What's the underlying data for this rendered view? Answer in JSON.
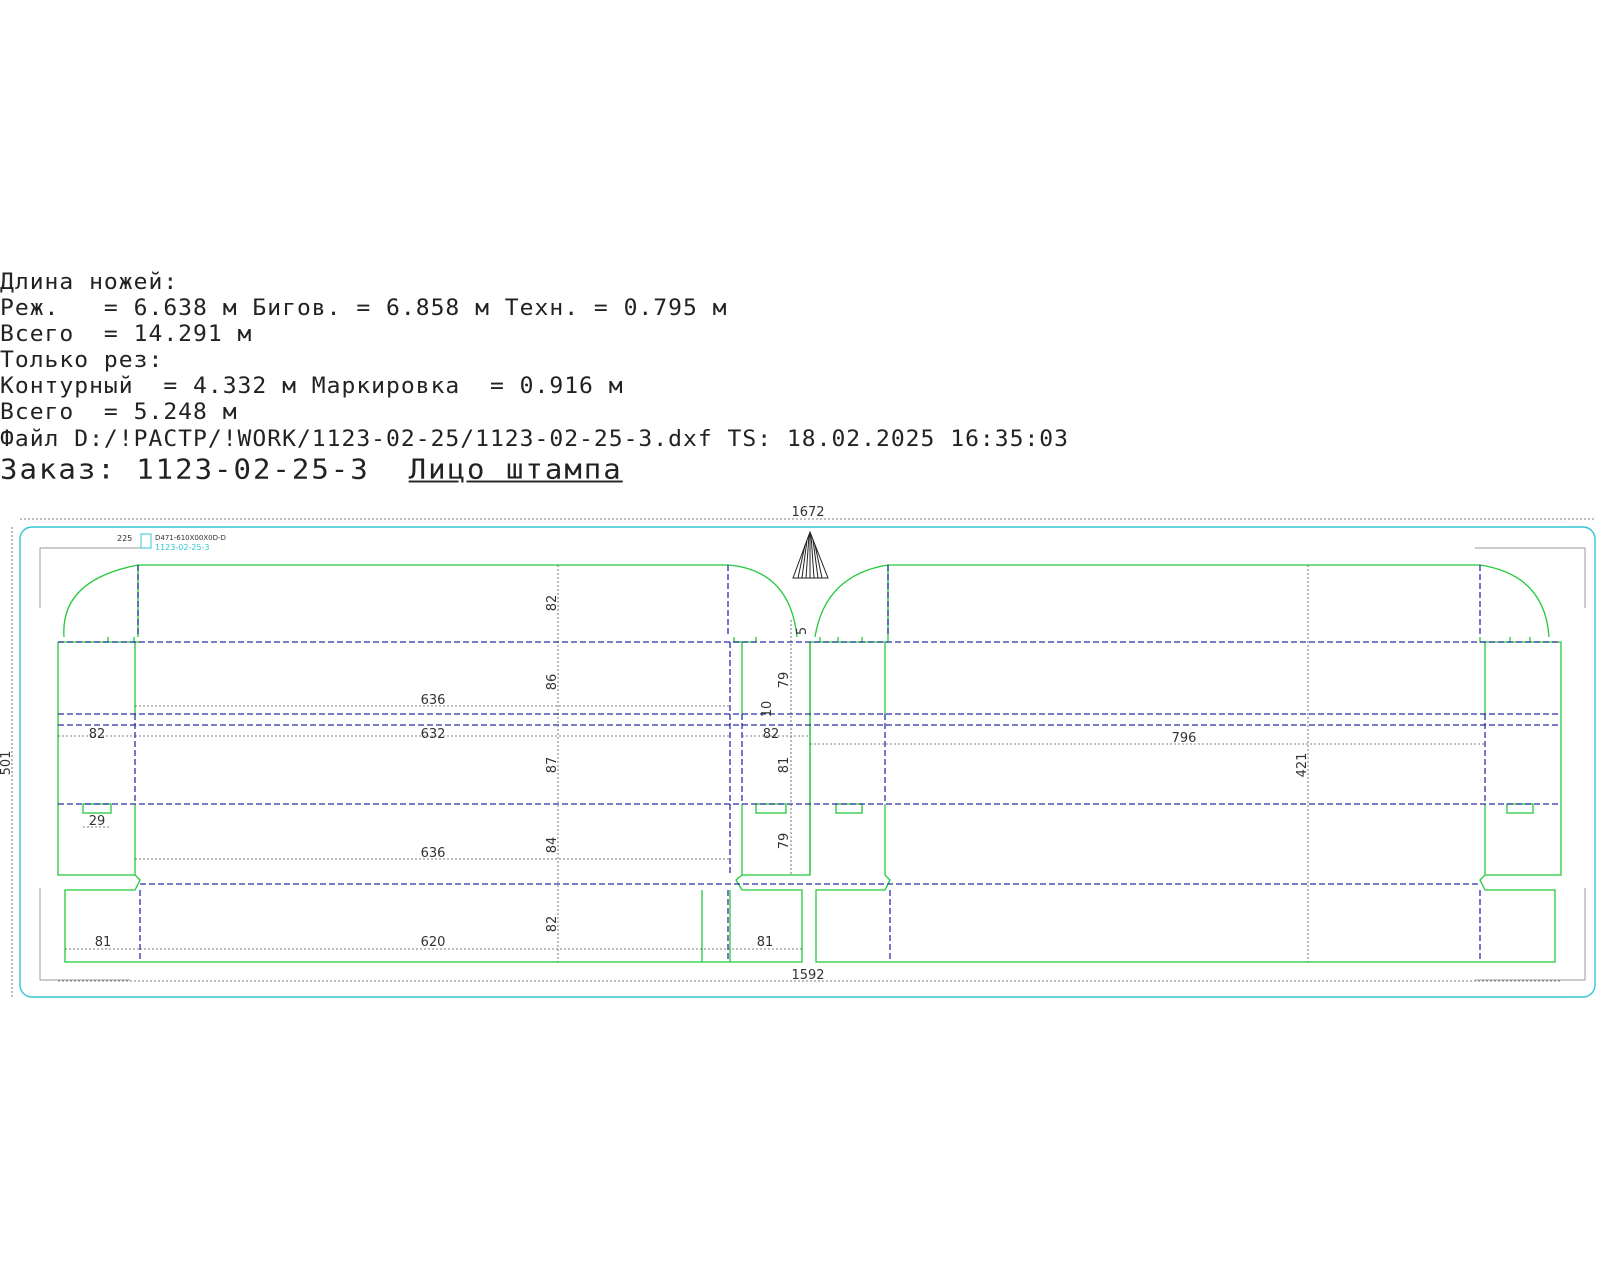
{
  "header": {
    "line1": "Длина ножей:",
    "line2": "Реж.   = 6.638 м Бигов. = 6.858 м Техн. = 0.795 м",
    "line3": "Всего  = 14.291 м",
    "line4": "Только рез:",
    "line5": "Контурный  = 4.332 м Маркировка  = 0.916 м",
    "line6": "Всего  = 5.248 м",
    "line7": "Файл D:/!РАСТР/!WORK/1123-02-25/1123-02-25-3.dxf TS: 18.02.2025 16:35:03",
    "order_label": "Заказ: 1123-02-25-3",
    "face_label": "Лицо штампа"
  },
  "drawing": {
    "colors": {
      "cut": "#22c93a",
      "crease": "#2b2fa8",
      "frame": "#33c6d6",
      "dimension": "#333333"
    },
    "stamp": {
      "code": "225",
      "line1": "D471-610X00X0D-D",
      "line2": "1123-02-25-3"
    },
    "dimensions": {
      "overall_width": "1672",
      "overall_height": "501",
      "bottom_width": "1592",
      "width_636_top": "636",
      "width_632": "632",
      "width_636_bottom": "636",
      "width_620": "620",
      "width_796": "796",
      "width_82_left": "82",
      "width_82_mid": "82",
      "width_81_left": "81",
      "width_81_right": "81",
      "width_29": "29",
      "height_82_top": "82",
      "height_86": "86",
      "height_87": "87",
      "height_84": "84",
      "height_82_bottom": "82",
      "height_5": "5",
      "height_79_top": "79",
      "height_10": "10",
      "height_81": "81",
      "height_79_bottom": "79",
      "height_421": "421"
    }
  }
}
